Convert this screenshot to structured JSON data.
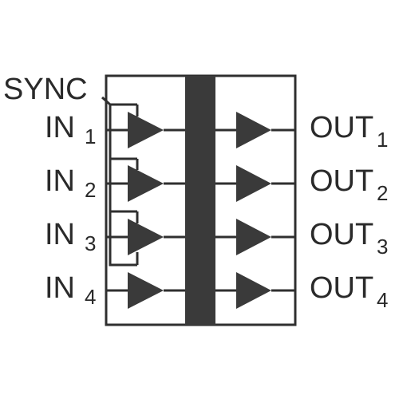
{
  "sync": {
    "label": "SYNC"
  },
  "inputs": [
    {
      "name": "IN",
      "index": "1"
    },
    {
      "name": "IN",
      "index": "2"
    },
    {
      "name": "IN",
      "index": "3"
    },
    {
      "name": "IN",
      "index": "4"
    }
  ],
  "outputs": [
    {
      "name": "OUT",
      "index": "1"
    },
    {
      "name": "OUT",
      "index": "2"
    },
    {
      "name": "OUT",
      "index": "3"
    },
    {
      "name": "OUT",
      "index": "4"
    }
  ],
  "colors": {
    "stroke": "#2f2f2f",
    "fill": "#3a3a3a",
    "text": "#2a2a2a",
    "background": "#ffffff"
  }
}
